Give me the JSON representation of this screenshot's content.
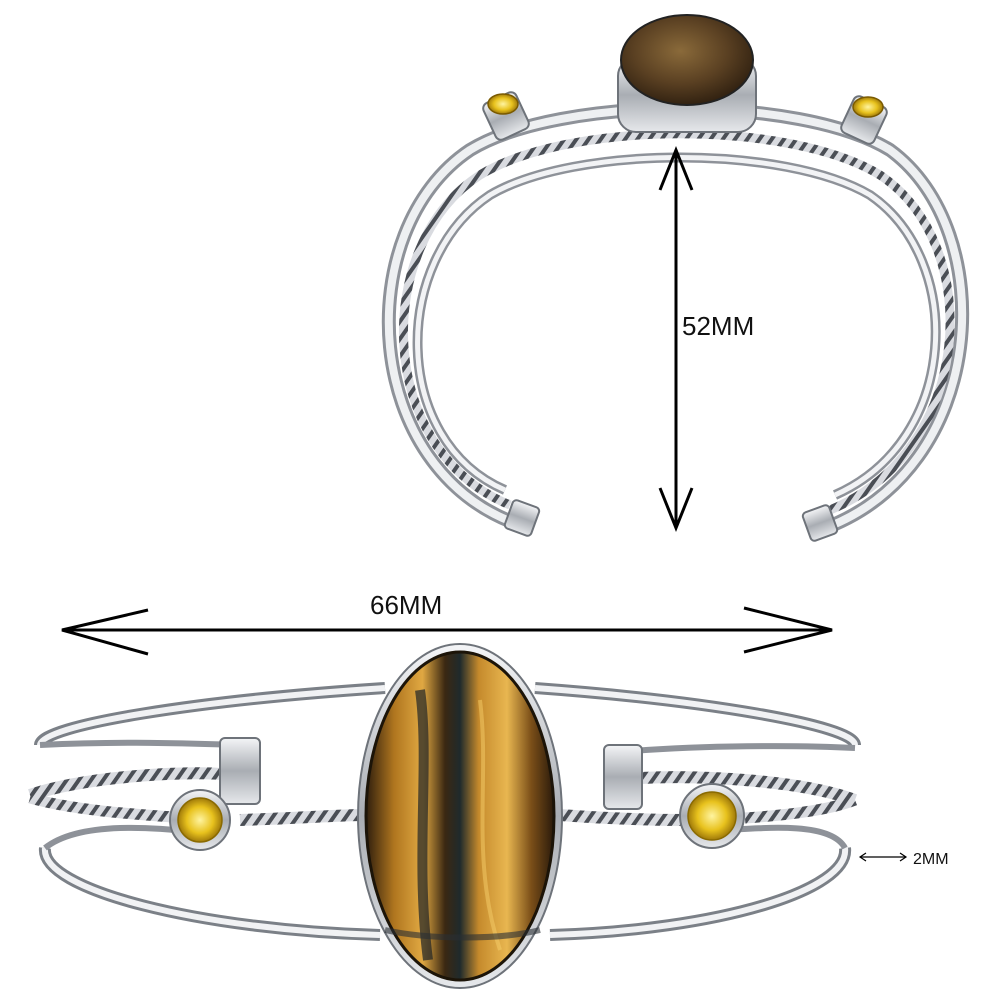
{
  "labels": {
    "height": "52MM",
    "width": "66MM",
    "thickness": "2MM"
  },
  "colors": {
    "background": "#ffffff",
    "silver": "#c9ccd1",
    "silver_dark": "#6e737a",
    "tiger_eye_light": "#d9a23a",
    "tiger_eye_dark": "#3a2410",
    "citrine": "#e8c21d",
    "arrow": "#000000"
  }
}
